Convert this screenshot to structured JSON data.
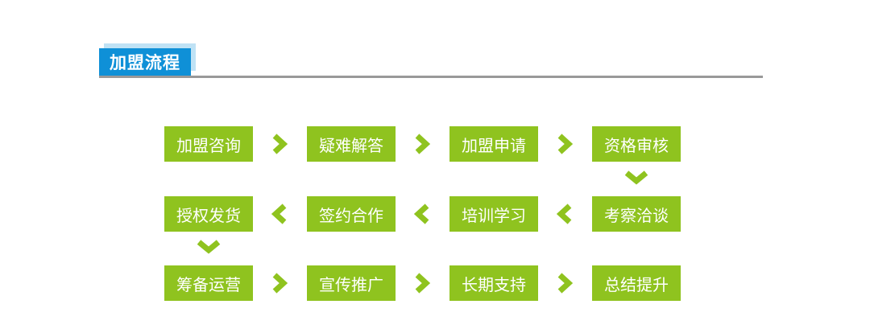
{
  "header": {
    "title": "加盟流程"
  },
  "flow": {
    "rows": [
      {
        "direction": "right",
        "steps": [
          "加盟咨询",
          "疑难解答",
          "加盟申请",
          "资格审核"
        ]
      },
      {
        "direction": "left",
        "steps": [
          "授权发货",
          "签约合作",
          "培训学习",
          "考察洽谈"
        ]
      },
      {
        "direction": "right",
        "steps": [
          "筹备运营",
          "宣传推广",
          "长期支持",
          "总结提升"
        ]
      }
    ],
    "connectors": [
      {
        "type": "down",
        "from": "资格审核",
        "to": "考察洽谈"
      },
      {
        "type": "down",
        "from": "授权发货",
        "to": "筹备运营"
      }
    ]
  },
  "colors": {
    "step_green": "#8fc31f",
    "title_blue": "#0f90d7",
    "title_blue_light": "#bfe2f5",
    "divider_gray": "#999999",
    "text_white": "#ffffff"
  }
}
